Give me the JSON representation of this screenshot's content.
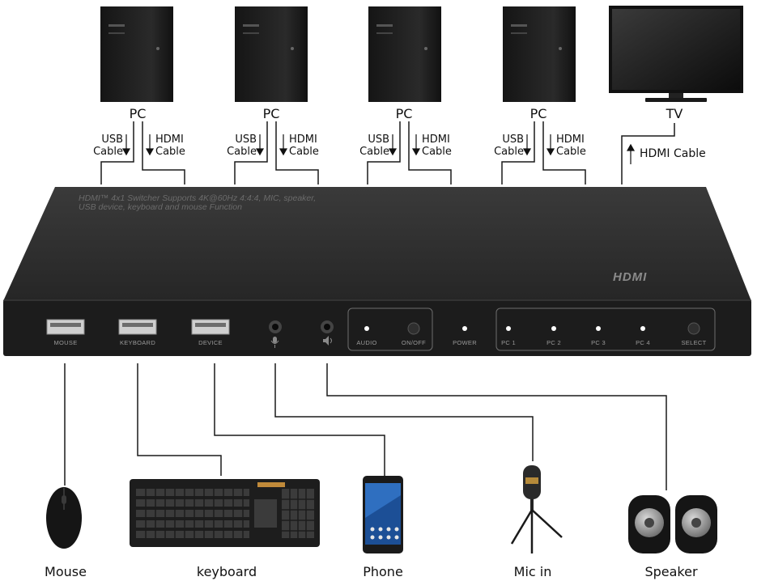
{
  "sources": [
    {
      "label": "PC",
      "usb": [
        "USB",
        "Cable"
      ],
      "hdmi": [
        "HDMI",
        "Cable"
      ]
    },
    {
      "label": "PC",
      "usb": [
        "USB",
        "Cable"
      ],
      "hdmi": [
        "HDMI",
        "Cable"
      ]
    },
    {
      "label": "PC",
      "usb": [
        "USB",
        "Cable"
      ],
      "hdmi": [
        "HDMI",
        "Cable"
      ]
    },
    {
      "label": "PC",
      "usb": [
        "USB",
        "Cable"
      ],
      "hdmi": [
        "HDMI",
        "Cable"
      ]
    }
  ],
  "display": {
    "label": "TV",
    "cable": "HDMI Cable"
  },
  "device": {
    "description_line1": "HDMI™ 4x1 Switcher Supports 4K@60Hz 4:4:4, MIC, speaker,",
    "description_line2": "USB device, keyboard and mouse Function",
    "logo": "HDMI",
    "ports": {
      "mouse": "MOUSE",
      "keyboard": "KEYBOARD",
      "device": "DEVICE",
      "audio": "AUDIO",
      "onoff": "ON/OFF",
      "power": "POWER",
      "pc1": "PC 1",
      "pc2": "PC 2",
      "pc3": "PC 3",
      "pc4": "PC 4",
      "select": "SELECT"
    }
  },
  "peripherals": {
    "mouse": "Mouse",
    "keyboard": "keyboard",
    "phone": "Phone",
    "mic": "Mic in",
    "speaker": "Speaker"
  },
  "colors": {
    "device_body": "#2b2b2b",
    "device_front": "#1c1c1c",
    "line": "#1a1a1a",
    "led": "#ffffff"
  }
}
